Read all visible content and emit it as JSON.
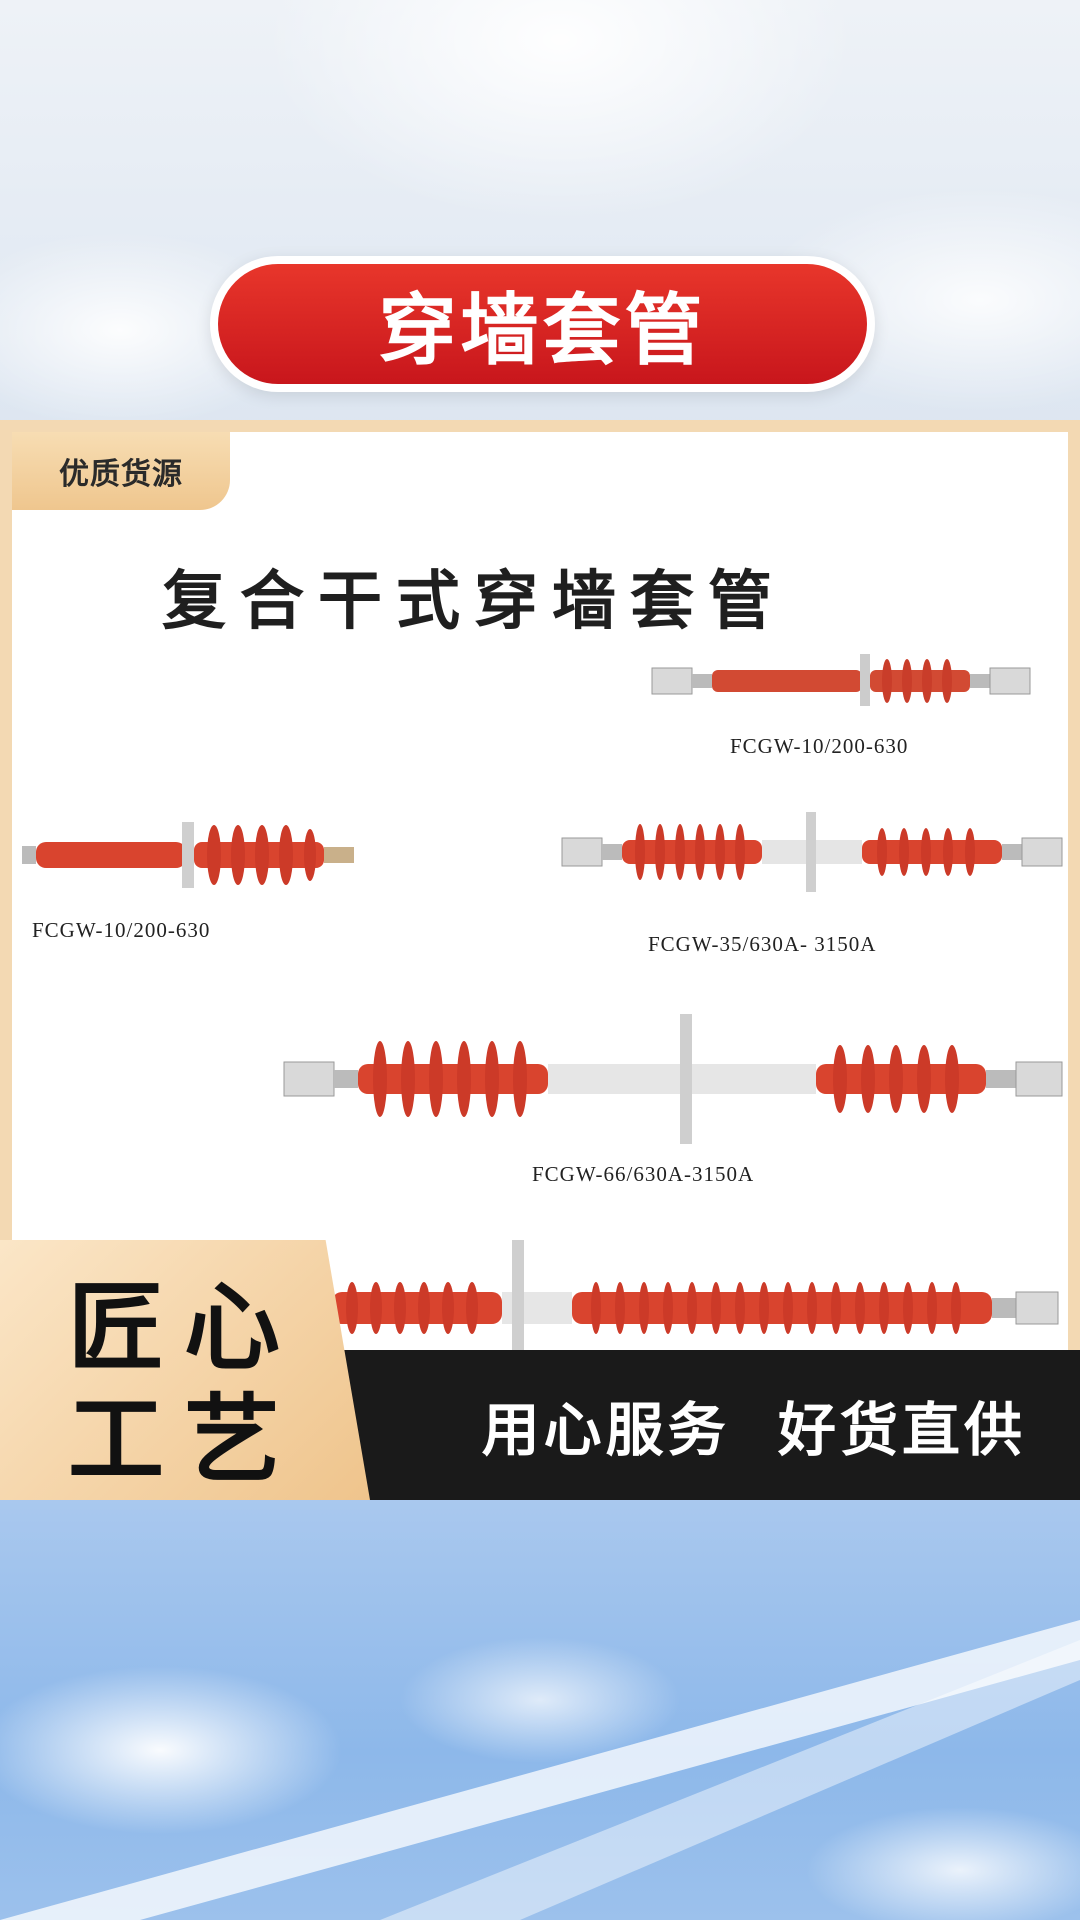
{
  "header": {
    "title": "穿墙套管"
  },
  "product_image": {
    "badge": "优质货源",
    "catalog_title": "复合干式穿墙套管",
    "models": [
      "FCGW-10/200-630",
      "FCGW-10/200-630",
      "FCGW-35/630A- 3150A",
      "FCGW-66/630A-3150A"
    ]
  },
  "banner": {
    "left_text": "匠心工艺",
    "right_text": "用心服务  好货直供"
  },
  "colors": {
    "title_red": "#d6201f",
    "insulator_red": "#d9442e",
    "badge_gold": "#efc68e",
    "banner_dark": "#1a1a1a"
  }
}
